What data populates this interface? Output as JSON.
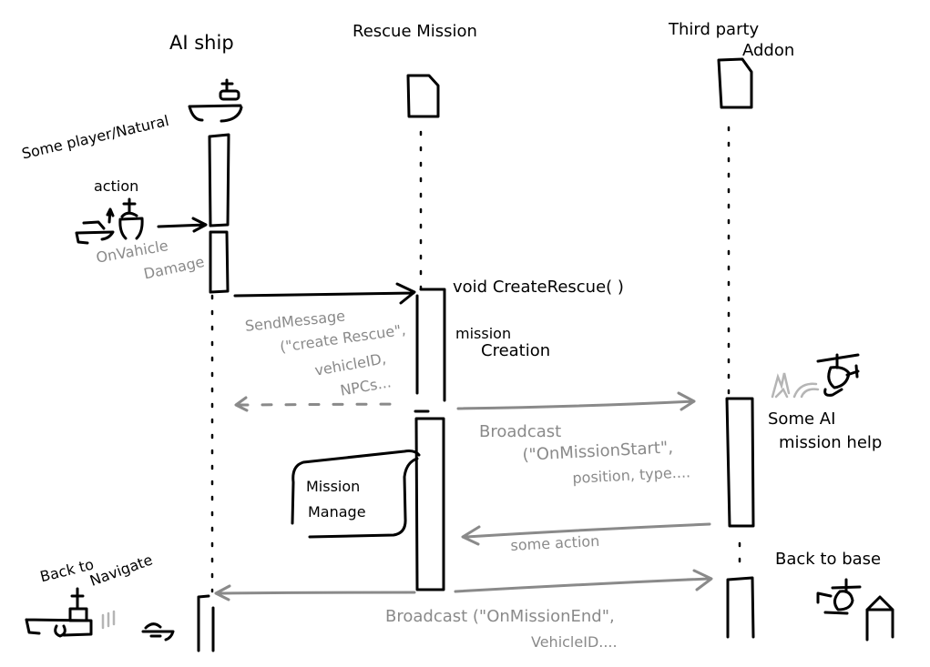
{
  "diagram": {
    "type": "sequence-diagram",
    "style": "hand-drawn sketch",
    "colors": {
      "ink": "#000000",
      "message": "#8a8a8a",
      "faint": "#b5b5b5",
      "background": "#ffffff"
    },
    "participants": [
      {
        "id": "ai_ship",
        "label": "AI ship",
        "icon": "ship-icon"
      },
      {
        "id": "rescue_mission",
        "label": "Rescue Mission",
        "icon": "document-icon"
      },
      {
        "id": "third_party",
        "label_line1": "Third party",
        "label_line2": "Addon",
        "icon": "document-icon"
      }
    ],
    "notes": {
      "trigger_line1": "Some player/Natural",
      "trigger_line2": "action",
      "event_line1": "OnVahicle",
      "event_line2": "Damage",
      "create_rescue": "void CreateRescue( )",
      "mission_creation_line1": "mission",
      "mission_creation_line2": "Creation",
      "mission_manage_line1": "Mission",
      "mission_manage_line2": "Manage",
      "ai_help_line1": "Some AI",
      "ai_help_line2": "mission help",
      "back_to_navigate_line1": "Back to",
      "back_to_navigate_line2": "Navigate",
      "back_to_base": "Back to base"
    },
    "messages": [
      {
        "from": "ai_ship",
        "to": "rescue_mission",
        "kind": "solid",
        "lines": [
          "SendMessage",
          "(\"create Rescue\",",
          "vehicleID,",
          "NPCs..."
        ]
      },
      {
        "from": "rescue_mission",
        "to": "ai_ship",
        "kind": "dashed-return",
        "lines": []
      },
      {
        "from": "rescue_mission",
        "to": "third_party",
        "kind": "solid",
        "lines": [
          "Broadcast",
          "(\"OnMissionStart\",",
          "position, type...."
        ]
      },
      {
        "from": "third_party",
        "to": "rescue_mission",
        "kind": "solid",
        "lines": [
          "some action"
        ]
      },
      {
        "from": "rescue_mission",
        "to": "both",
        "kind": "solid",
        "lines": [
          "Broadcast (\"OnMissionEnd\",",
          "VehicleID...."
        ]
      }
    ]
  }
}
